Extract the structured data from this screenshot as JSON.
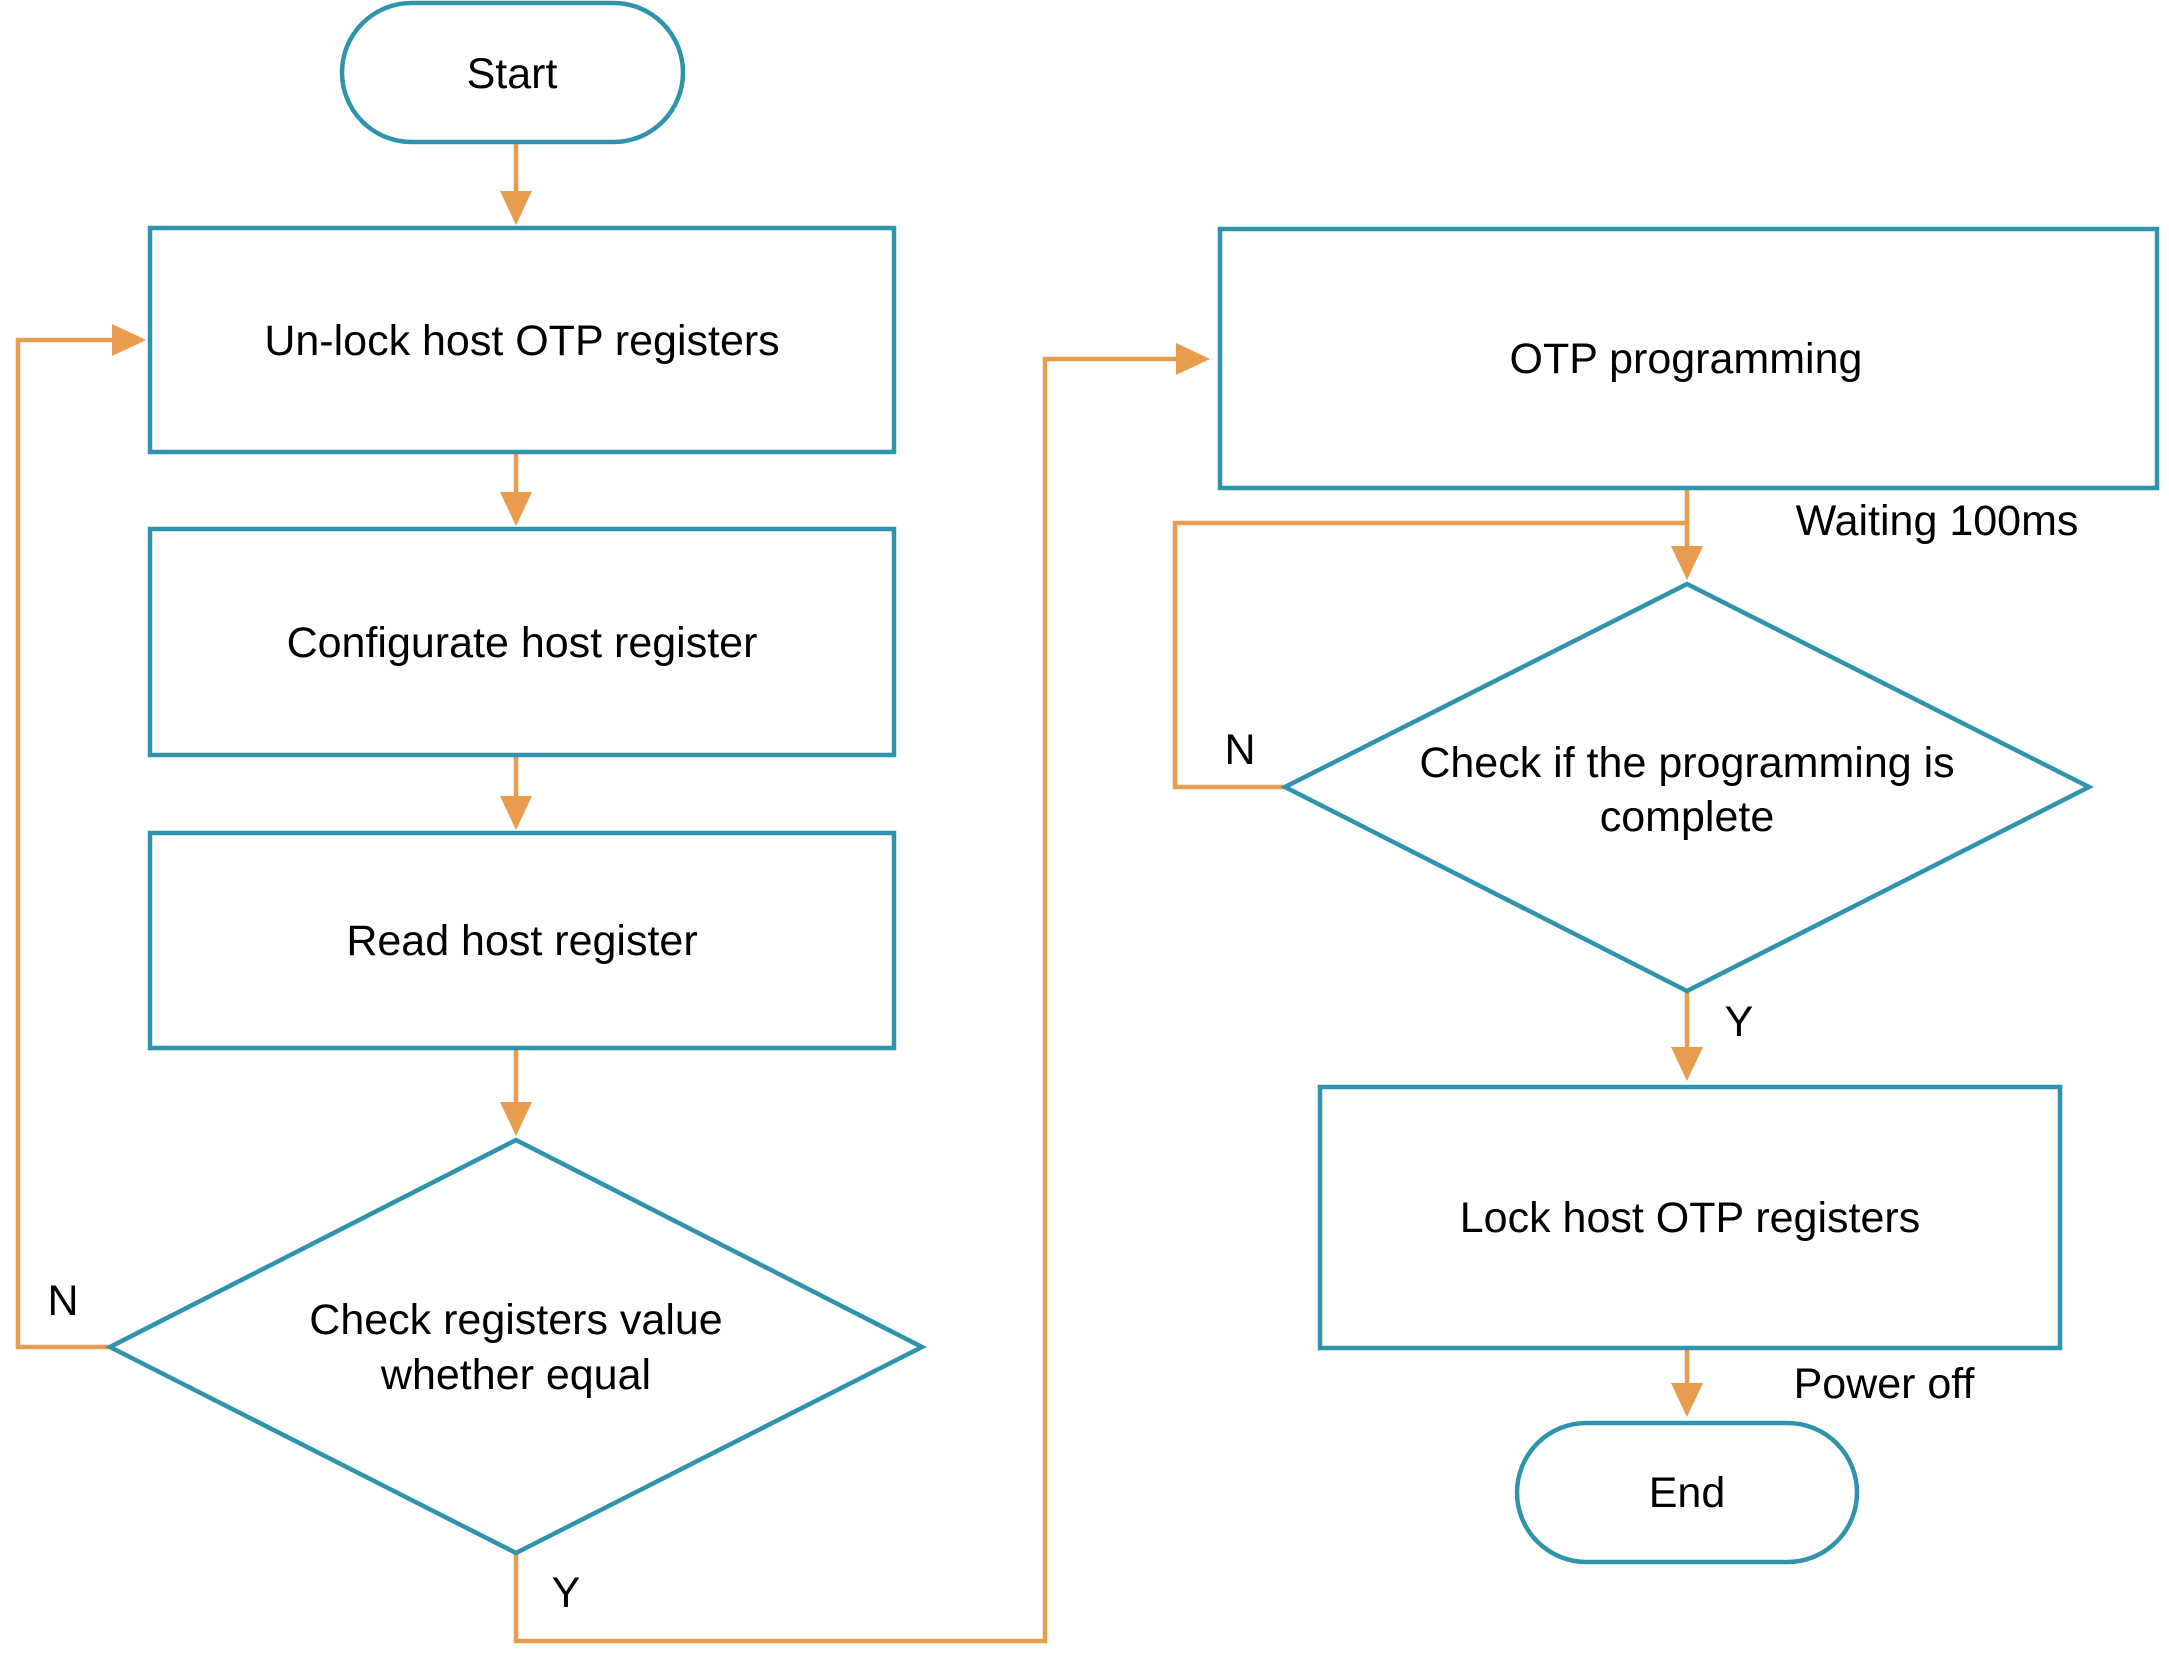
{
  "diagram": {
    "type": "flowchart",
    "background": "#ffffff",
    "colors": {
      "shape_stroke": "#2e93ab",
      "arrow": "#e89c4e",
      "text": "#000000"
    },
    "nodes": {
      "start": {
        "type": "terminator",
        "label": "Start"
      },
      "unlock": {
        "type": "process",
        "label": "Un-lock host OTP registers"
      },
      "configurate": {
        "type": "process",
        "label": "Configurate host register"
      },
      "read": {
        "type": "process",
        "label": "Read host register"
      },
      "check_equal": {
        "type": "decision",
        "label_line1": "Check registers value",
        "label_line2": "whether equal"
      },
      "otp_programming": {
        "type": "process",
        "label": "OTP programming"
      },
      "check_complete": {
        "type": "decision",
        "label_line1": "Check if the programming is",
        "label_line2": "complete"
      },
      "lock": {
        "type": "process",
        "label": "Lock host OTP registers"
      },
      "end": {
        "type": "terminator",
        "label": "End"
      }
    },
    "edge_labels": {
      "check_equal_no": "N",
      "check_equal_yes": "Y",
      "waiting": "Waiting 100ms",
      "check_complete_no": "N",
      "check_complete_yes": "Y",
      "power_off": "Power off"
    }
  }
}
